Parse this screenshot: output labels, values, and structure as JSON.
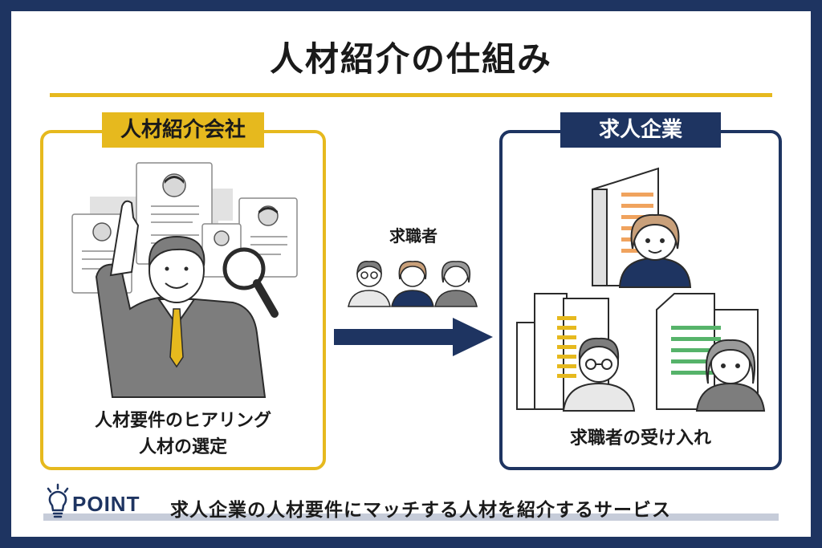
{
  "title": "人材紹介の仕組み",
  "left_box": {
    "tag": "人材紹介会社",
    "caption_line1": "人材要件のヒアリング",
    "caption_line2": "人材の選定"
  },
  "right_box": {
    "tag": "求人企業",
    "caption": "求職者の受け入れ"
  },
  "arrow_label": "求職者",
  "point": {
    "label": "POINT",
    "text": "求人企業の人材要件にマッチする人材を紹介するサービス"
  },
  "colors": {
    "navy": "#1e3461",
    "gold": "#e6b91e",
    "orange": "#f0a35e",
    "green": "#56b36a",
    "gray": "#8f8f8f"
  },
  "icons": [
    "lightbulb-icon",
    "magnifier-icon",
    "arrow-right-icon"
  ]
}
